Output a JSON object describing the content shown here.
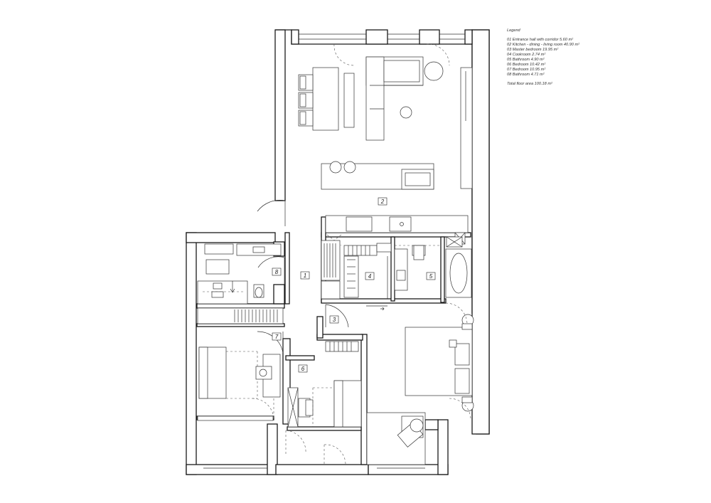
{
  "legend": {
    "title": "Legend",
    "items": [
      "01 Entrance hall with corridor 5.60 m²",
      "02 Kitchen - dining - living room 40.90 m²",
      "03 Master bedroom 19.95 m²",
      "04 Cookroom 2.74 m²",
      "05 Bathroom 4.90 m²",
      "06 Bedroom 10.42 m²",
      "07 Bedroom 10.95 m²",
      "08 Bathroom 4.71 m²"
    ],
    "total": "Total floor area  100.18 m²"
  },
  "rooms": {
    "r1": "1",
    "r2": "2",
    "r3": "3",
    "r4": "4",
    "r5": "5",
    "r6": "6",
    "r7": "7",
    "r8": "8"
  }
}
